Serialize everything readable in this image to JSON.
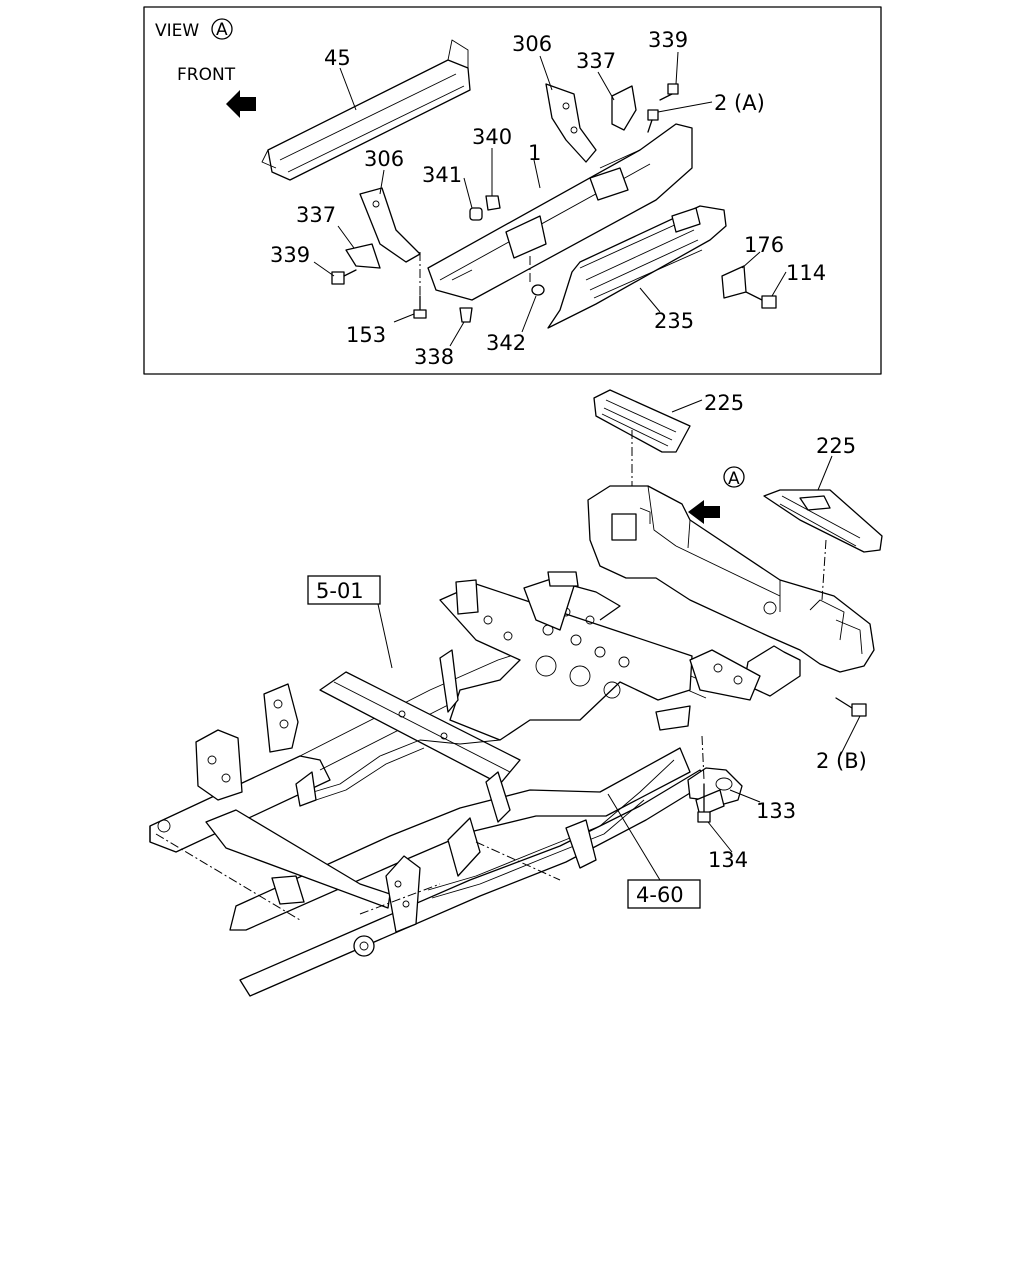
{
  "diagram": {
    "view_title": "VIEW",
    "view_marker": "A",
    "front_label": "FRONT",
    "callouts": {
      "c45": "45",
      "c306a": "306",
      "c337a": "337",
      "c339a": "339",
      "c2a": "2 (A)",
      "c340": "340",
      "c1": "1",
      "c306b": "306",
      "c341": "341",
      "c337b": "337",
      "c339b": "339",
      "c176": "176",
      "c114": "114",
      "c153": "153",
      "c338": "338",
      "c342": "342",
      "c235": "235",
      "c225a": "225",
      "c225b": "225",
      "c2b": "2 (B)",
      "c133": "133",
      "c134": "134"
    },
    "ref_boxes": {
      "r501": "5-01",
      "r460": "4-60"
    },
    "view_arrow_marker": "A"
  }
}
